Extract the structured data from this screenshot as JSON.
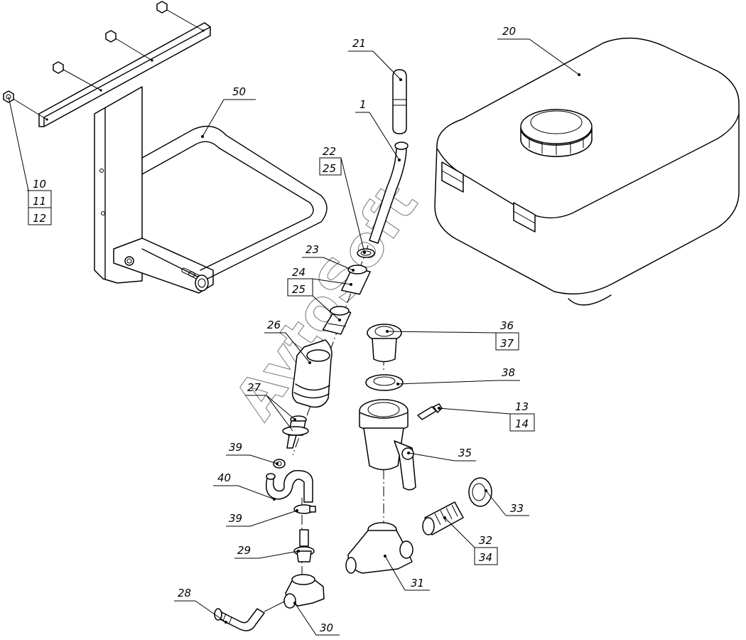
{
  "watermark": "AvtoSoft",
  "callouts": {
    "p1": "1",
    "p10": "10",
    "p11": "11",
    "p12": "12",
    "p13": "13",
    "p14": "14",
    "p20": "20",
    "p21": "21",
    "p22": "22",
    "p23": "23",
    "p24": "24",
    "p25a": "25",
    "p25b": "25",
    "p26": "26",
    "p27": "27",
    "p28": "28",
    "p29": "29",
    "p30": "30",
    "p31": "31",
    "p32": "32",
    "p33": "33",
    "p34": "34",
    "p35": "35",
    "p36": "36",
    "p37": "37",
    "p38": "38",
    "p39a": "39",
    "p39b": "39",
    "p40": "40",
    "p50": "50"
  }
}
